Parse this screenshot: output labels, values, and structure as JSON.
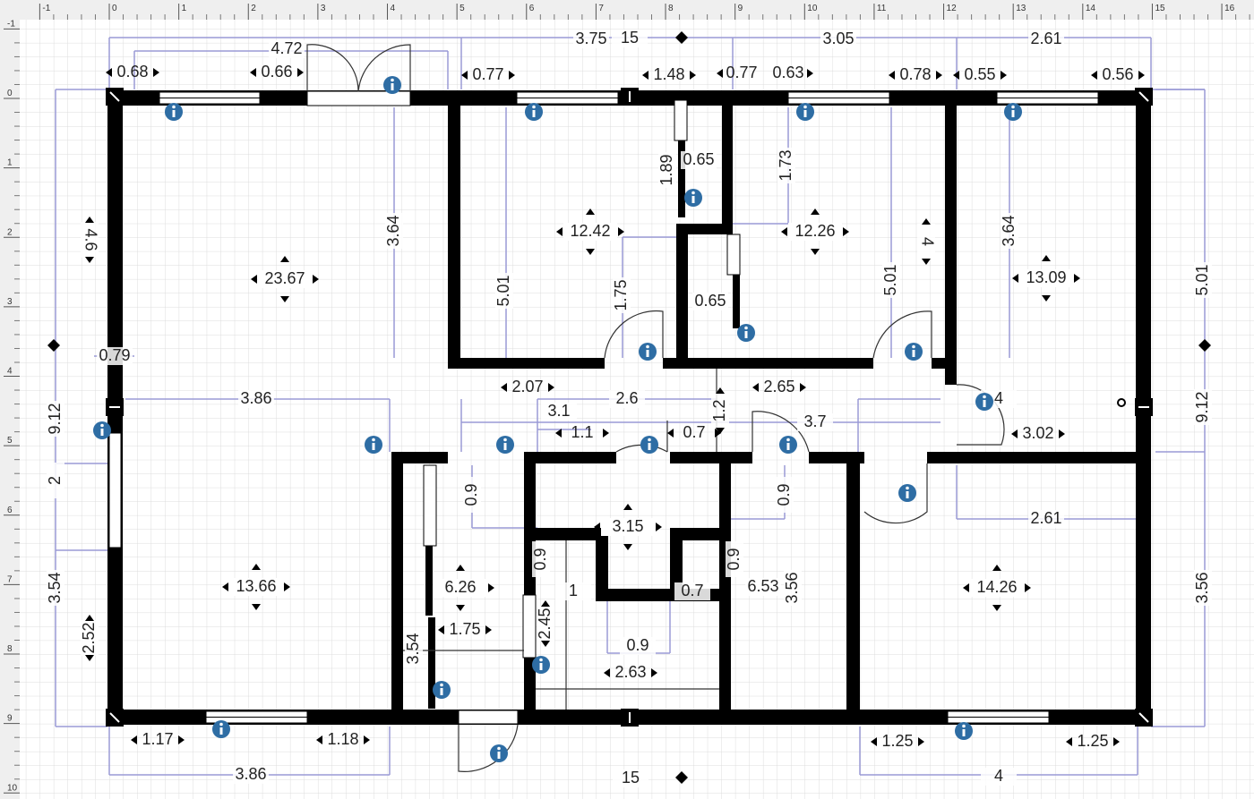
{
  "ruler": {
    "top": [
      "-1",
      "0",
      "1",
      "2",
      "3",
      "4",
      "5",
      "6",
      "7",
      "8",
      "9",
      "10",
      "11",
      "12",
      "13",
      "14",
      "15",
      "16"
    ],
    "left": [
      "-1",
      "0",
      "1",
      "2",
      "3",
      "4",
      "5",
      "6",
      "7",
      "8",
      "9",
      "10"
    ]
  },
  "colors": {
    "wall": "#000000",
    "dimension": "#9a9ad6",
    "info_icon": "#2e6da4",
    "grid": "#d9d9d9"
  },
  "rooms": [
    "23.67",
    "12.42",
    "12.26",
    "13.09",
    "13.66",
    "3.15",
    "14.26",
    "6.26"
  ],
  "dims_arrow": [
    "0.68",
    "0.66",
    "0.77",
    "1.48",
    "0.77",
    "0.63",
    "0.78",
    "0.55",
    "0.56",
    "2.07",
    "2.65",
    "1.1",
    "0.7",
    "3.02",
    "1.75",
    "2.63",
    "1.17",
    "1.18",
    "1.25",
    "1.25"
  ],
  "dims_plain": [
    "4.72",
    "3.75",
    "15",
    "3.05",
    "2.61",
    "3.86",
    "2.6",
    "3.1",
    "3.7",
    "4",
    "2.61",
    "6.53",
    "0.9",
    "1",
    "3.86",
    "15",
    "4",
    "0.79",
    "0.65",
    "0.65",
    "0.7"
  ],
  "dims_vertical": [
    "3.64",
    "5.01",
    "1.89",
    "1.73",
    "1.75",
    "5.01",
    "4",
    "3.64",
    "5.01",
    "9.12",
    "9.12",
    "4.6",
    "2",
    "3.54",
    "2.52",
    "0.9",
    "0.9",
    "0.9",
    "0.9",
    "3.56",
    "3.56",
    "3.54",
    "2.45",
    "1.2"
  ]
}
